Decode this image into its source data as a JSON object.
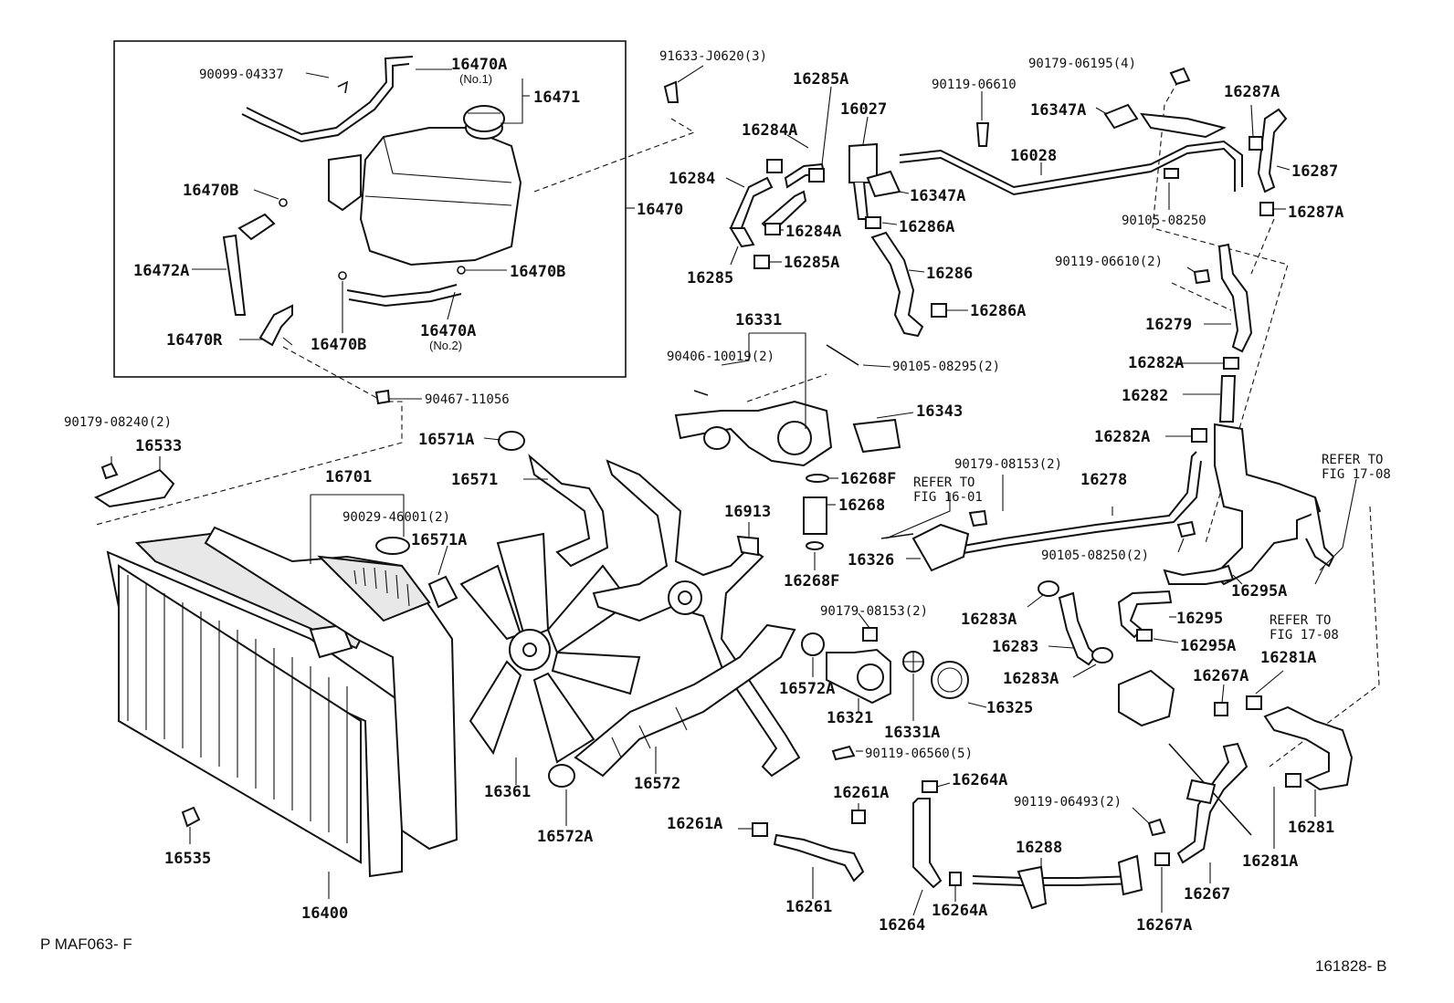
{
  "footer": {
    "left_code": "P MAF063- F",
    "right_code": "161828- B"
  },
  "labels": {
    "p90099_04337": "90099-04337",
    "p16470A_top": "16470A",
    "p16470A_top_sub": "(No.1)",
    "p16471": "16471",
    "p16470B_left": "16470B",
    "p16470": "16470",
    "p16472A": "16472A",
    "p16470B_right": "16470B",
    "p16470R": "16470R",
    "p16470B_bottom": "16470B",
    "p16470A_bottom": "16470A",
    "p16470A_bottom_sub": "(No.2)",
    "p90467_11056": "90467-11056",
    "p90179_08240": "90179-08240(2)",
    "p16533": "16533",
    "p16701": "16701",
    "p90029_46001": "90029-46001(2)",
    "p16571A_mid": "16571A",
    "p16571A_top": "16571A",
    "p16571": "16571",
    "p16913": "16913",
    "p16361": "16361",
    "p16572": "16572",
    "p16572A_bottom": "16572A",
    "p16572A_mid": "16572A",
    "p16535": "16535",
    "p16400": "16400",
    "p91633_J0620": "91633-J0620(3)",
    "p16285A_top": "16285A",
    "p16027": "16027",
    "p16284A_top": "16284A",
    "p16284": "16284",
    "p16284A_mid": "16284A",
    "p16285": "16285",
    "p16285A_mid": "16285A",
    "p16347A_mid": "16347A",
    "p16286A_top": "16286A",
    "p16286": "16286",
    "p16286A_bottom": "16286A",
    "p16331": "16331",
    "p90406_10019": "90406-10019(2)",
    "p90105_08295": "90105-08295(2)",
    "p16343": "16343",
    "p16268F_top": "16268F",
    "p16268": "16268",
    "p16268F_bottom": "16268F",
    "p90119_06610_top": "90119-06610",
    "p90179_06195": "90179-06195(4)",
    "p16347A_top": "16347A",
    "p16028": "16028",
    "p90105_08250_top": "90105-08250",
    "p16287A_top": "16287A",
    "p16287": "16287",
    "p16287A_mid": "16287A",
    "p90119_06610_mid": "90119-06610(2)",
    "p16279": "16279",
    "p16282A_top": "16282A",
    "p16282": "16282",
    "p16282A_bottom": "16282A",
    "p90179_08153_top": "90179-08153(2)",
    "p16278": "16278",
    "p16326": "16326",
    "p90105_08250_mid": "90105-08250(2)",
    "p16295A_top": "16295A",
    "p16295": "16295",
    "p16295A_bottom": "16295A",
    "p16283A_top": "16283A",
    "p16283": "16283",
    "p16283A_bottom": "16283A",
    "p90179_08153_mid": "90179-08153(2)",
    "p16321": "16321",
    "p16331A": "16331A",
    "p16325": "16325",
    "p90119_06560": "90119-06560(5)",
    "p16264A_top": "16264A",
    "p16261A_right": "16261A",
    "p16261A_left": "16261A",
    "p16261": "16261",
    "p16264": "16264",
    "p16264A_bottom": "16264A",
    "p90119_06493": "90119-06493(2)",
    "p16288": "16288",
    "p16267A_bottom": "16267A",
    "p16267": "16267",
    "p16267A_top": "16267A",
    "p16281A_top": "16281A",
    "p16281": "16281",
    "p16281A_bottom": "16281A"
  },
  "notes": {
    "refer_16_01_line1": "REFER TO",
    "refer_16_01_line2": "FIG 16-01",
    "refer_17_08_top_line1": "REFER TO",
    "refer_17_08_top_line2": "FIG 17-08",
    "refer_17_08_bot_line1": "REFER TO",
    "refer_17_08_bot_line2": "FIG 17-08"
  }
}
